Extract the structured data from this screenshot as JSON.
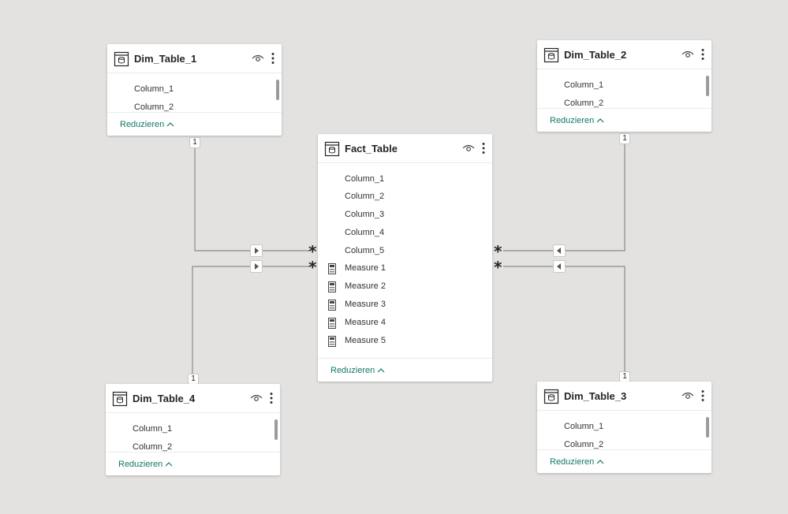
{
  "colors": {
    "canvas": "#e3e2e0",
    "card": "#ffffff",
    "accent": "#117865",
    "line": "#8a8a8a",
    "text": "#252423"
  },
  "tables": {
    "dim1": {
      "title": "Dim_Table_1",
      "columns": [
        "Column_1",
        "Column_2"
      ],
      "collapse": "Reduzieren"
    },
    "dim2": {
      "title": "Dim_Table_2",
      "columns": [
        "Column_1",
        "Column_2"
      ],
      "collapse": "Reduzieren"
    },
    "dim3": {
      "title": "Dim_Table_3",
      "columns": [
        "Column_1",
        "Column_2"
      ],
      "collapse": "Reduzieren"
    },
    "dim4": {
      "title": "Dim_Table_4",
      "columns": [
        "Column_1",
        "Column_2"
      ],
      "collapse": "Reduzieren"
    },
    "fact": {
      "title": "Fact_Table",
      "columns": [
        "Column_1",
        "Column_2",
        "Column_3",
        "Column_4",
        "Column_5"
      ],
      "measures": [
        "Measure 1",
        "Measure 2",
        "Measure 3",
        "Measure 4",
        "Measure 5"
      ],
      "collapse": "Reduzieren"
    }
  },
  "relationships": [
    {
      "from": "Dim_Table_1",
      "to": "Fact_Table",
      "from_card": "1",
      "to_card": "*"
    },
    {
      "from": "Dim_Table_2",
      "to": "Fact_Table",
      "from_card": "1",
      "to_card": "*"
    },
    {
      "from": "Dim_Table_3",
      "to": "Fact_Table",
      "from_card": "1",
      "to_card": "*"
    },
    {
      "from": "Dim_Table_4",
      "to": "Fact_Table",
      "from_card": "1",
      "to_card": "*"
    }
  ],
  "icons": {
    "table": "table-icon",
    "visibility": "eye-icon",
    "more": "more-options-icon",
    "measure": "calculator-icon",
    "collapse": "chevron-up-icon",
    "direction": "triangle-arrow-icon"
  }
}
